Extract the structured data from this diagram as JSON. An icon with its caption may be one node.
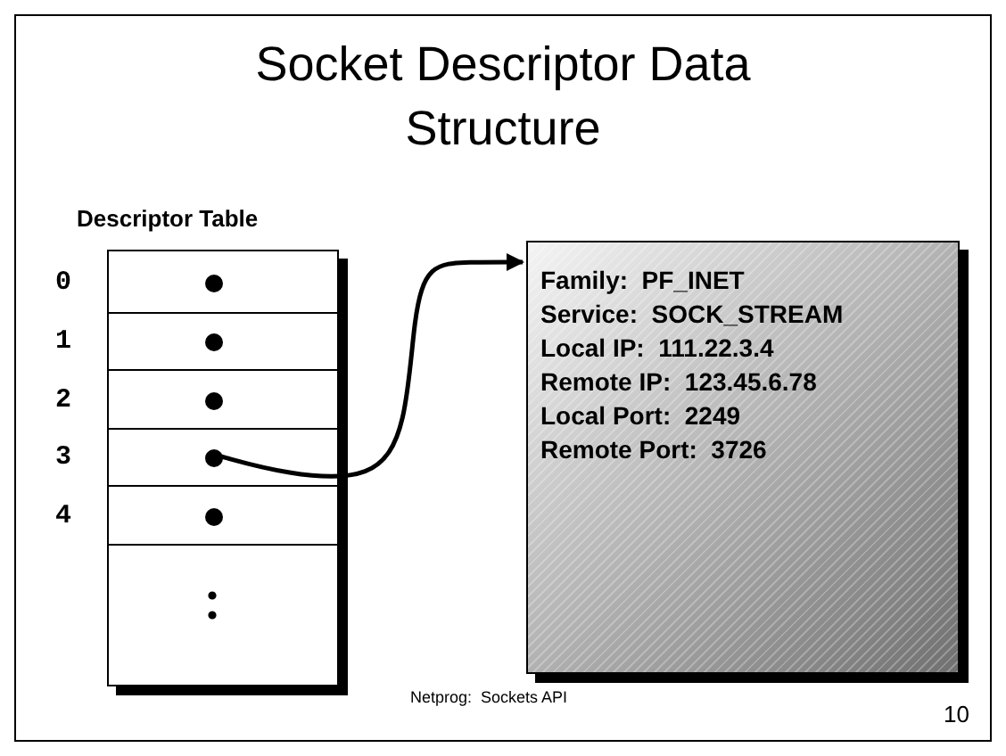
{
  "diagram": {
    "title": "Socket Descriptor Data Structure",
    "nodes": [
      {
        "text": [
          "Descriptor Table"
        ]
      },
      {
        "text": [],
        "shape": "box",
        "in": 0,
        "beside": [
          "0"
        ]
      },
      {
        "text": [],
        "shape": "circle",
        "in": 1
      },
      {
        "text": [],
        "shape": "box",
        "in": 0,
        "beside": [
          "1"
        ]
      },
      {
        "text": [],
        "shape": "circle",
        "in": 3
      },
      {
        "text": [],
        "shape": "box",
        "in": 0,
        "beside": [
          "2"
        ]
      },
      {
        "text": [],
        "shape": "circle",
        "in": 5
      },
      {
        "text": [],
        "shape": "box",
        "in": 0,
        "beside": [
          "3"
        ]
      },
      {
        "text": [],
        "shape": "circle",
        "in": 7
      },
      {
        "text": [],
        "shape": "box",
        "in": 0,
        "beside": [
          "4"
        ]
      },
      {
        "text": [],
        "shape": "circle",
        "in": 9
      },
      {
        "text": [],
        "shape": "box",
        "in": 0
      },
      {
        "text": [
          "Family:  PF_INET",
          "Service:  SOCK_STREAM",
          "Local IP:  111.22.3.4",
          "Remote IP:  123.45.6.78",
          "Local Port:  2249",
          "Remote Port:  3726"
        ]
      }
    ],
    "edges": [
      {
        "from": 8,
        "to": 12,
        "arrow": "to"
      }
    ],
    "labels": [
      "Netprog:  Sockets API",
      "10"
    ]
  }
}
